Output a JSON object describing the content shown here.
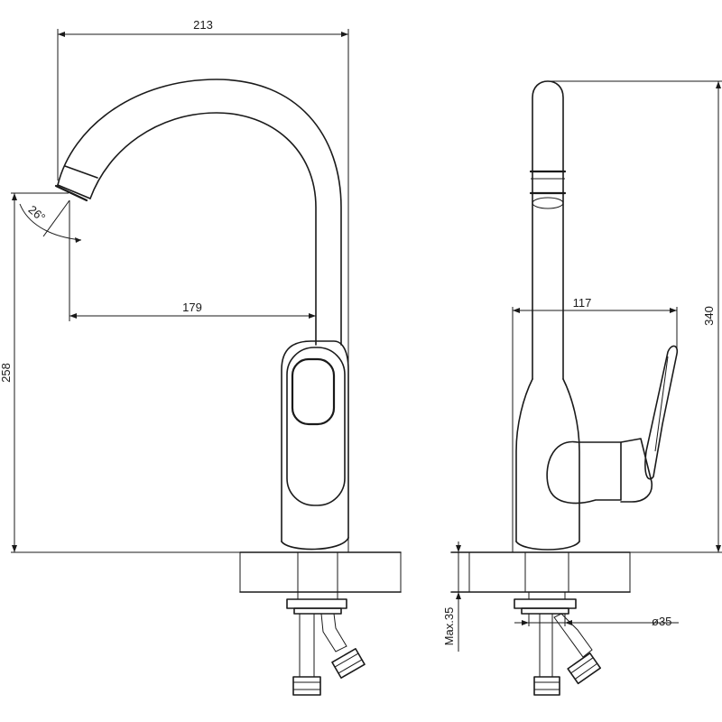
{
  "front_view": {
    "width_label": "213",
    "reach_label": "179",
    "height_label": "258",
    "angle_label": "26°"
  },
  "side_view": {
    "depth_label": "117",
    "height_label": "340",
    "max_thickness_label": "Max.35",
    "hole_diameter_label": "ø35"
  }
}
